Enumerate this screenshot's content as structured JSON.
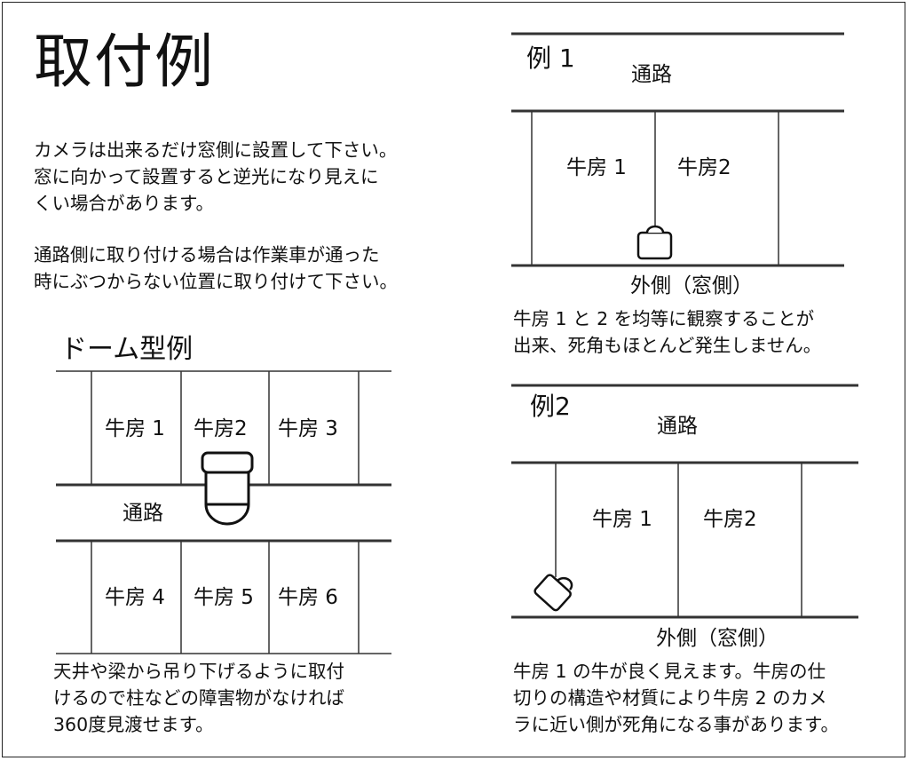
{
  "title": "取付例",
  "intro": [
    "カメラは出来るだけ窓側に設置して下さい。",
    "窓に向かって設置すると逆光になり見えに",
    "くい場合があります。"
  ],
  "note": [
    "通路側に取り付ける場合は作業車が通った",
    "時にぶつからない位置に取り付けて下さい。"
  ],
  "dome": {
    "title": "ドーム型例",
    "aisle": "通路",
    "pens": [
      "牛房 1",
      "牛房2",
      "牛房 3",
      "牛房 4",
      "牛房 5",
      "牛房 6"
    ],
    "caption": [
      "天井や梁から吊り下げるように取付",
      "けるので柱などの障害物がなければ",
      "360度見渡せます。"
    ]
  },
  "example1": {
    "title": "例 1",
    "aisle": "通路",
    "pens": [
      "牛房 1",
      "牛房2"
    ],
    "outside": "外側（窓側）",
    "caption": [
      "牛房 1 と 2 を均等に観察することが",
      "出来、死角もほとんど発生しません。"
    ]
  },
  "example2": {
    "title": "例2",
    "aisle": "通路",
    "pens": [
      "牛房 1",
      "牛房2"
    ],
    "outside": "外側（窓側）",
    "caption": [
      "牛房 1 の牛が良く見えます。牛房の仕",
      "切りの構造や材質により牛房 2 のカメ",
      "ラに近い側が死角になる事があります。"
    ]
  }
}
